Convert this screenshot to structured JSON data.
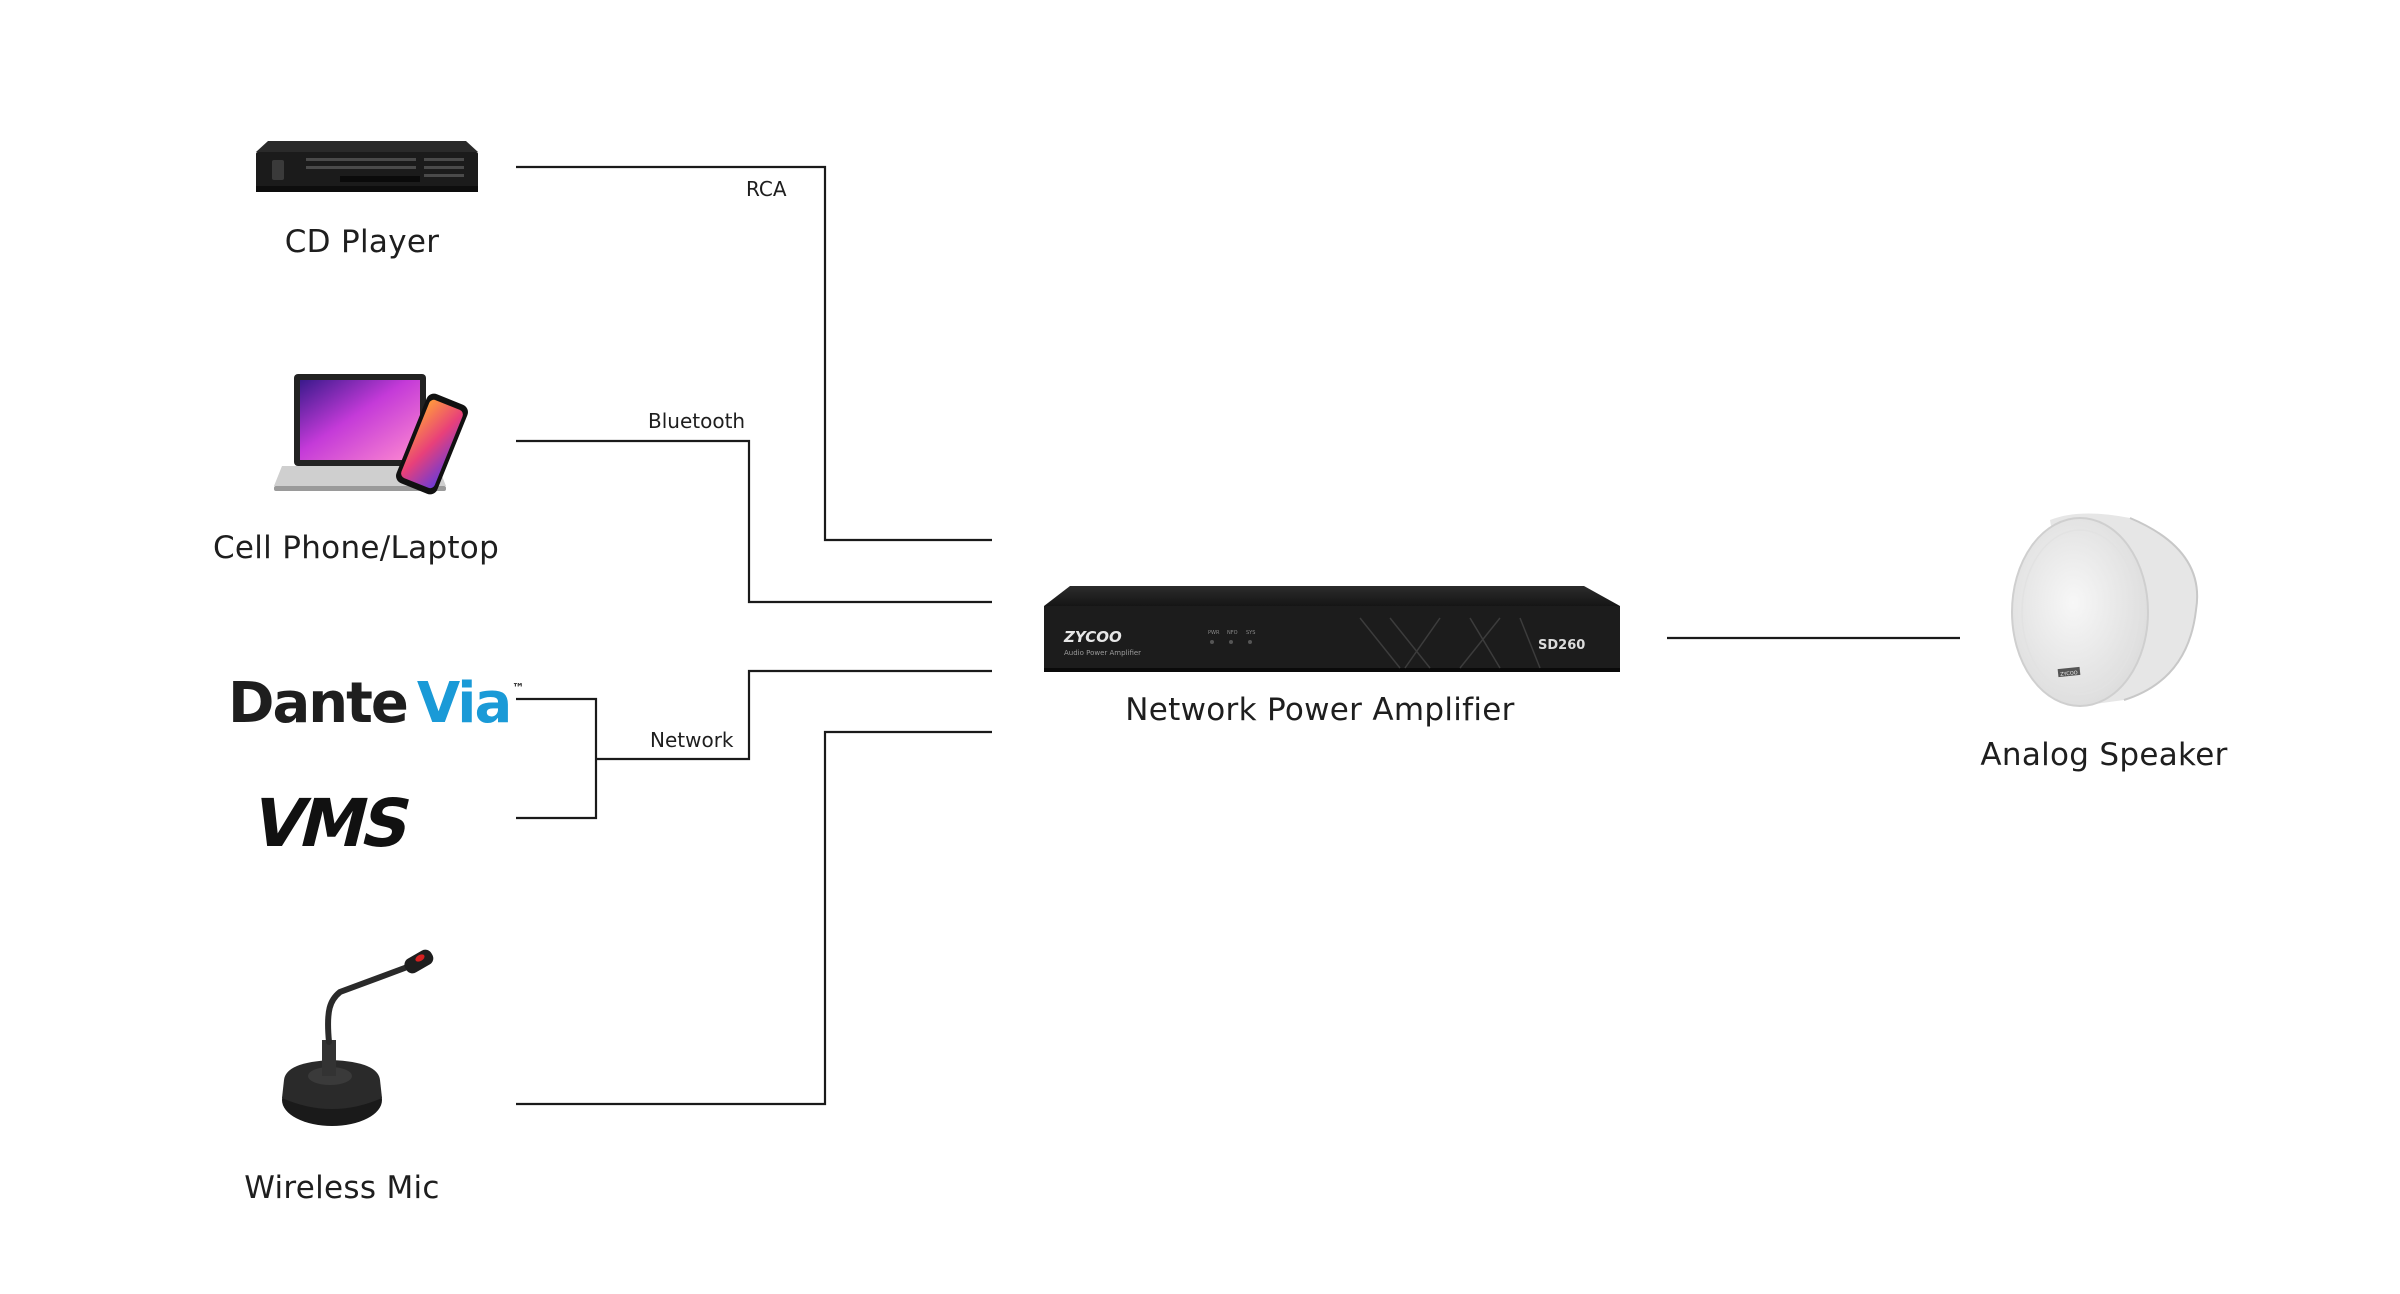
{
  "devices": {
    "cd_player": {
      "label": "CD Player"
    },
    "cell_phone_laptop": {
      "label": "Cell Phone/Laptop"
    },
    "dante_via": {
      "logo_text": "Dante",
      "logo_text_accent": "Via",
      "trademark": "™"
    },
    "vms": {
      "logo_text": "VMS"
    },
    "wireless_mic": {
      "label": "Wireless Mic"
    },
    "amplifier": {
      "label": "Network Power Amplifier",
      "brand": "ZYCOO",
      "subtitle": "Audio Power Amplifier",
      "model": "SD260",
      "indicators": [
        "PWR",
        "NFO",
        "SYS"
      ]
    },
    "speaker": {
      "label": "Analog Speaker",
      "brand": "ZYCOO"
    }
  },
  "connections": {
    "rca": "RCA",
    "bluetooth": "Bluetooth",
    "network": "Network"
  },
  "colors": {
    "line": "#1a1a1a",
    "text": "#1e1e1e",
    "dante_blue": "#1a9ad7",
    "amp_body": "#1c1c1c",
    "speaker_body": "#eeeeee"
  }
}
